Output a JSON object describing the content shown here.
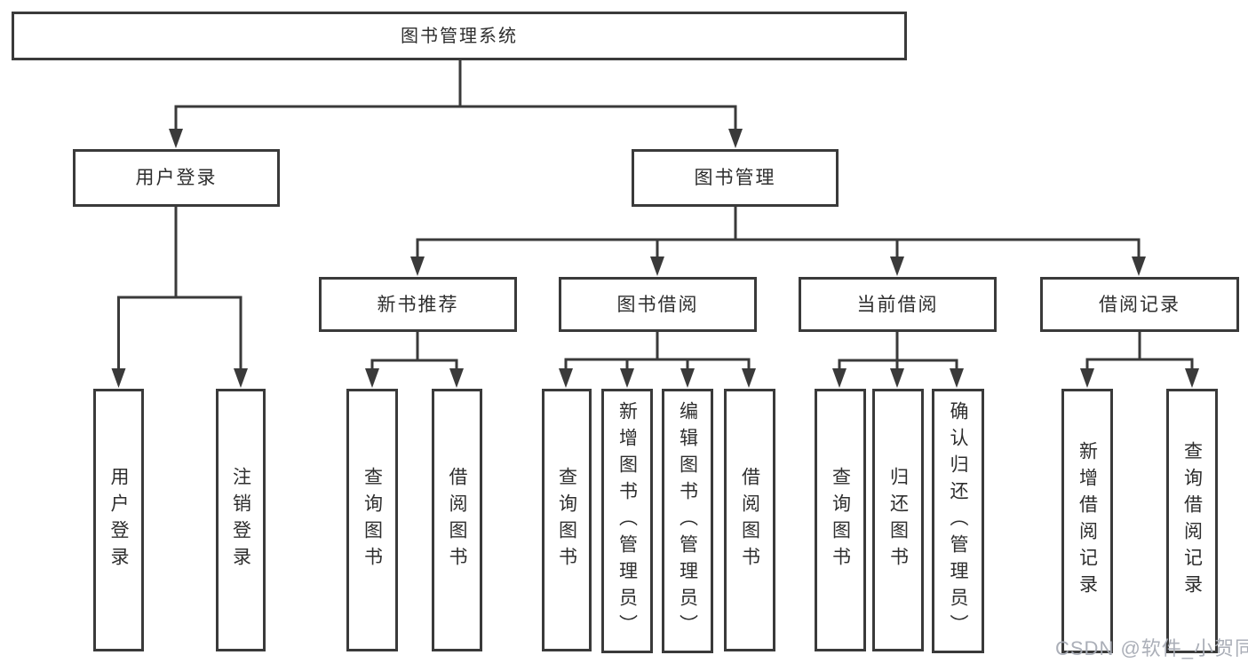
{
  "diagram": {
    "root": {
      "label": "图书管理系统"
    },
    "branches": [
      {
        "label": "用户登录",
        "children": [
          {
            "label": "用户登录"
          },
          {
            "label": "注销登录"
          }
        ]
      },
      {
        "label": "图书管理",
        "sections": [
          {
            "label": "新书推荐",
            "children": [
              {
                "label": "查询图书"
              },
              {
                "label": "借阅图书"
              }
            ]
          },
          {
            "label": "图书借阅",
            "children": [
              {
                "label": "查询图书"
              },
              {
                "label": "新增图书（管理员）"
              },
              {
                "label": "编辑图书（管理员）"
              },
              {
                "label": "借阅图书"
              }
            ]
          },
          {
            "label": "当前借阅",
            "children": [
              {
                "label": "查询图书"
              },
              {
                "label": "归还图书"
              },
              {
                "label": "确认归还（管理员）"
              }
            ]
          },
          {
            "label": "借阅记录",
            "children": [
              {
                "label": "新增借阅记录"
              },
              {
                "label": "查询借阅记录"
              }
            ]
          }
        ]
      }
    ]
  },
  "watermark": {
    "text": "CSDN @软件_小贺同学"
  },
  "colors": {
    "line": "#3a3a3a",
    "text": "#2e2e2e",
    "background": "#ffffff",
    "watermark": "#a6abb4"
  }
}
